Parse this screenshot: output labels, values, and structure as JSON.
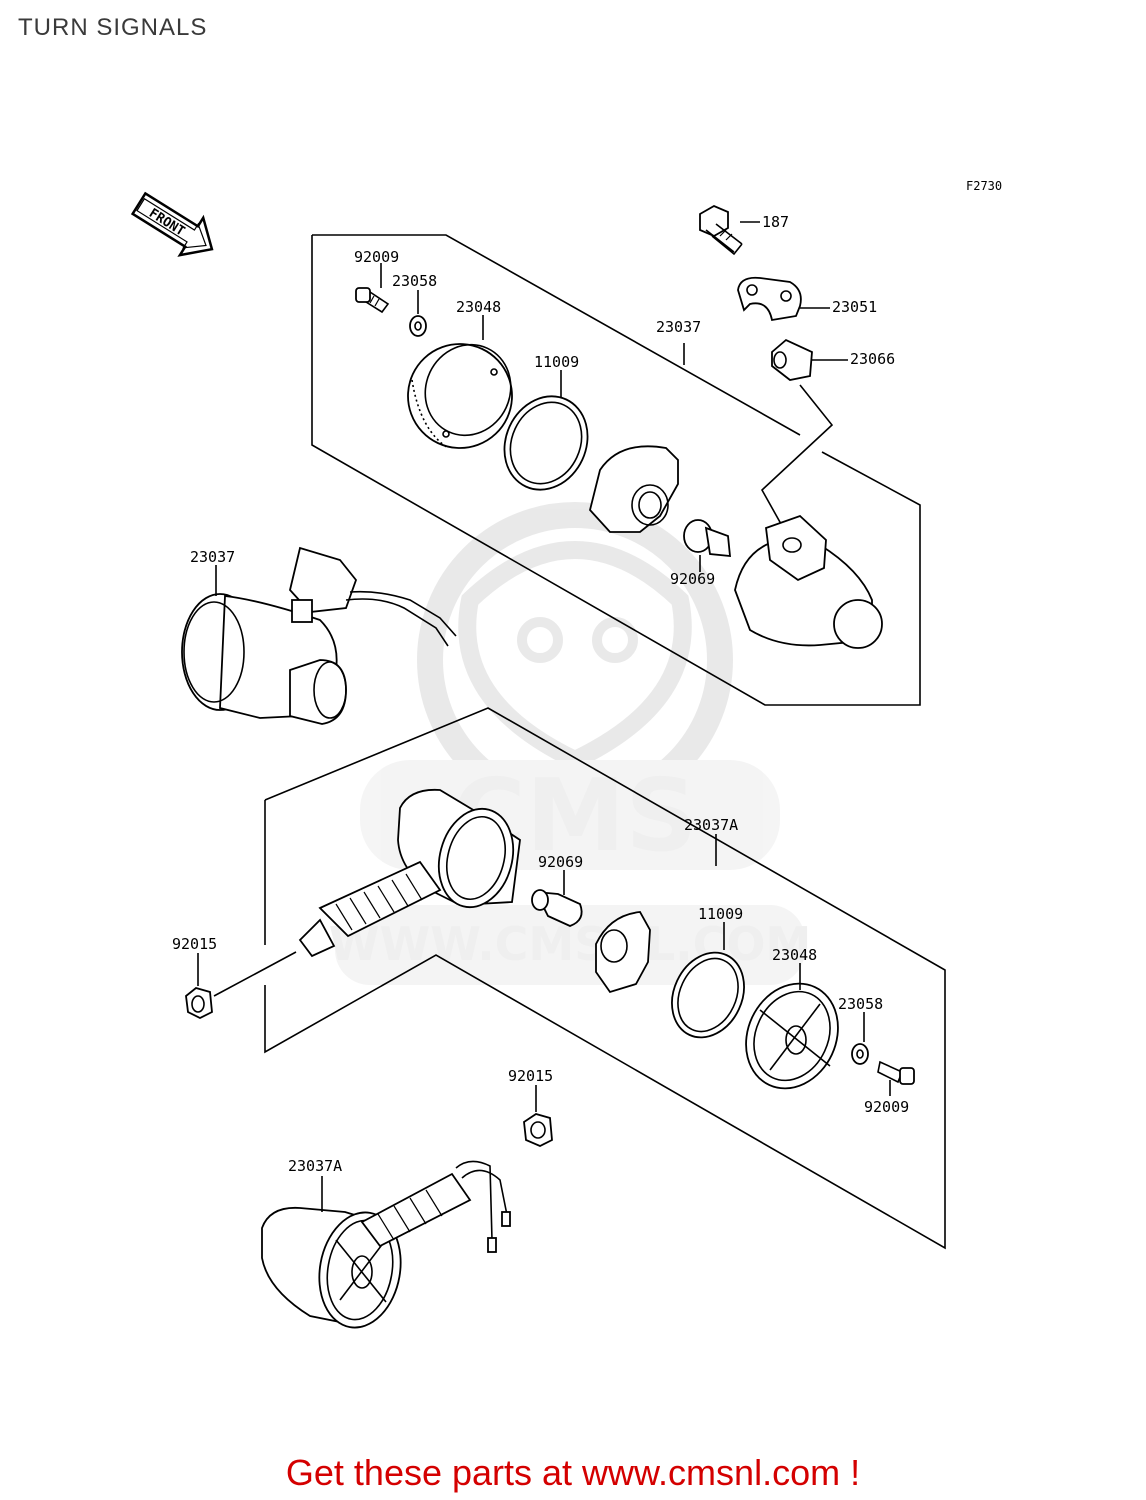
{
  "header": {
    "title": "TURN SIGNALS"
  },
  "diagram": {
    "figure_code": "F2730",
    "front_label": "FRONT",
    "watermark": {
      "brand": "CMS",
      "url": "WWW.CMSNL.COM"
    },
    "callouts": [
      "187",
      "23051",
      "23066",
      "92009",
      "23058",
      "23048",
      "11009",
      "23037",
      "92069",
      "23037",
      "23037A",
      "92069",
      "11009",
      "92015",
      "23048",
      "23058",
      "92009",
      "92015",
      "23037A"
    ]
  },
  "footer": {
    "cta": "Get these parts at www.cmsnl.com !",
    "color": "#d40000"
  }
}
